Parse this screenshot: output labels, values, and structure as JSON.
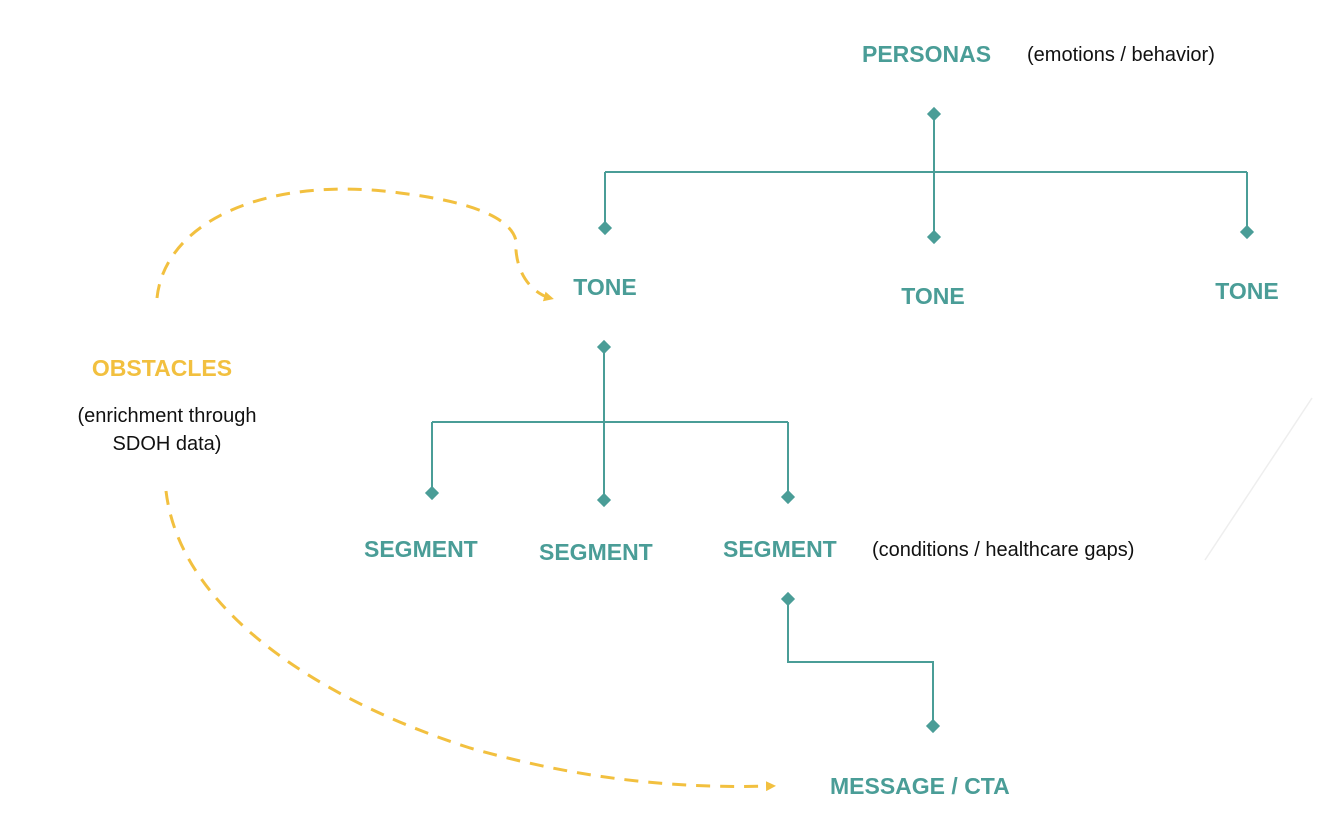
{
  "colors": {
    "teal": "#4a9d97",
    "yellow": "#f2c03f",
    "text": "#111111"
  },
  "personas": {
    "title": "PERSONAS",
    "note": "(emotions / behavior)"
  },
  "tones": [
    "TONE",
    "TONE",
    "TONE"
  ],
  "segments": [
    "SEGMENT",
    "SEGMENT",
    "SEGMENT"
  ],
  "segment_note": "(conditions / healthcare gaps)",
  "message": "MESSAGE / CTA",
  "obstacles": {
    "title": "OBSTACLES",
    "note_line1": "(enrichment through",
    "note_line2": "SDOH data)"
  }
}
